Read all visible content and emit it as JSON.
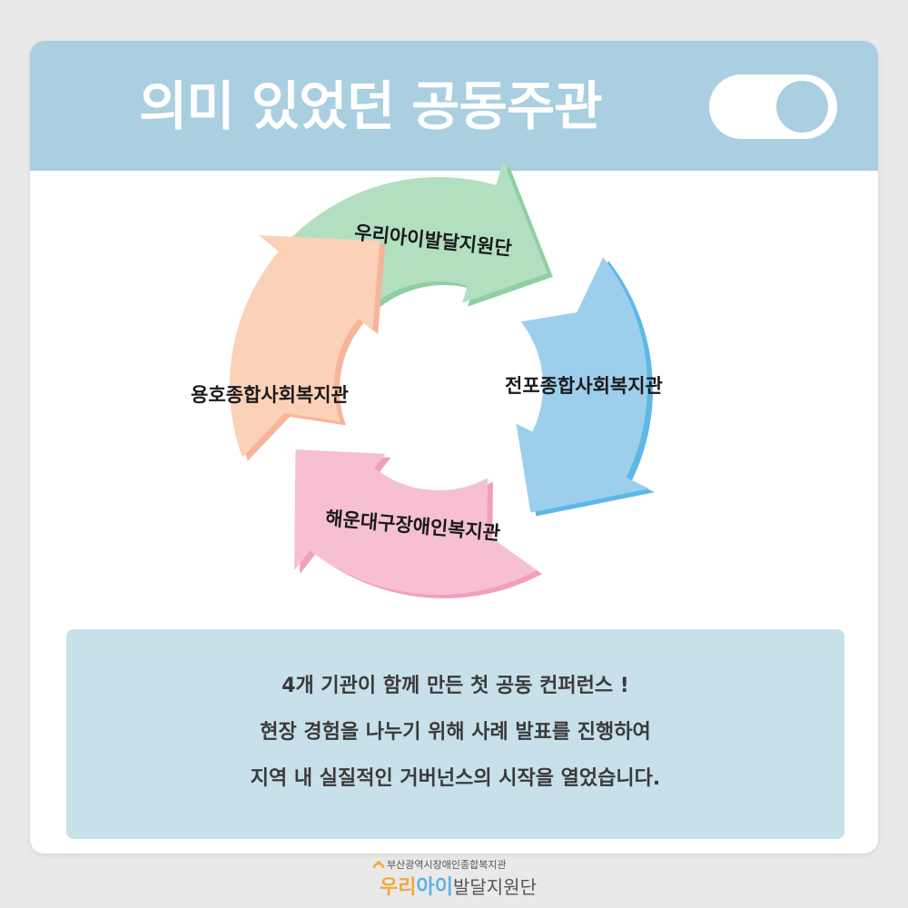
{
  "header": {
    "title": "의미 있었던 공동주관",
    "toggle_state": "on"
  },
  "cycle": {
    "segments": [
      {
        "label": "우리아이발달지원단",
        "color": "#b2dfc0",
        "arrow_color": "#8fcfa4"
      },
      {
        "label": "전포종합사회복지관",
        "color": "#9dcfec",
        "arrow_color": "#5db8e6"
      },
      {
        "label": "해운대구장애인복지관",
        "color": "#f6c0d2",
        "arrow_color": "#f0a0bc"
      },
      {
        "label": "용호종합사회복지관",
        "color": "#fbd1b8",
        "arrow_color": "#f6b59a"
      }
    ]
  },
  "message": {
    "lines": [
      "4개 기관이 함께 만든 첫 공동 컨퍼런스 !",
      "현장 경험을 나누기 위해 사례 발표를 진행하여",
      "지역 내 실질적인 거버넌스의 시작을 열었습니다."
    ]
  },
  "footer": {
    "org": "부산광역시장애인종합복지관",
    "brand_part1": "우리",
    "brand_part2": "아이",
    "brand_part3": "발달지원단"
  }
}
